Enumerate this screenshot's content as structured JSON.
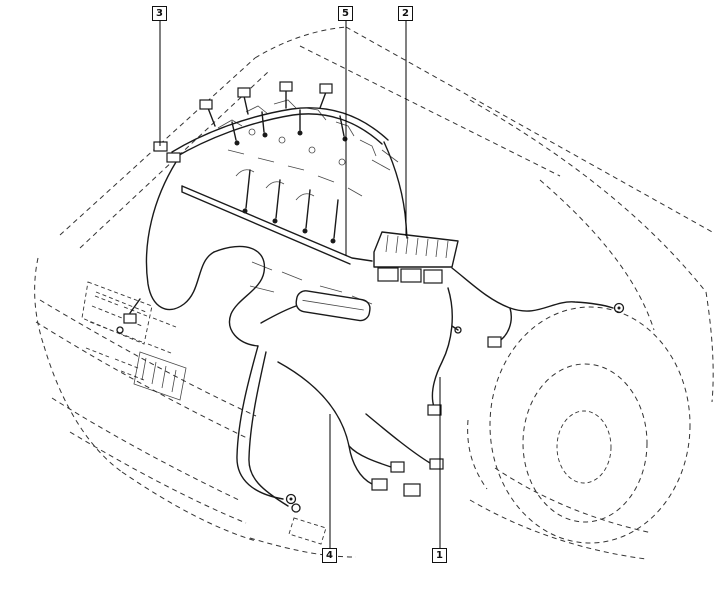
{
  "figure": {
    "callouts": [
      {
        "id": "3",
        "label": "3"
      },
      {
        "id": "5",
        "label": "5"
      },
      {
        "id": "2",
        "label": "2"
      },
      {
        "id": "4",
        "label": "4"
      },
      {
        "id": "1",
        "label": "1"
      }
    ],
    "colors": {
      "background": "#ffffff",
      "ink": "#1a1a1a",
      "dashed_outline": "#333333"
    }
  }
}
